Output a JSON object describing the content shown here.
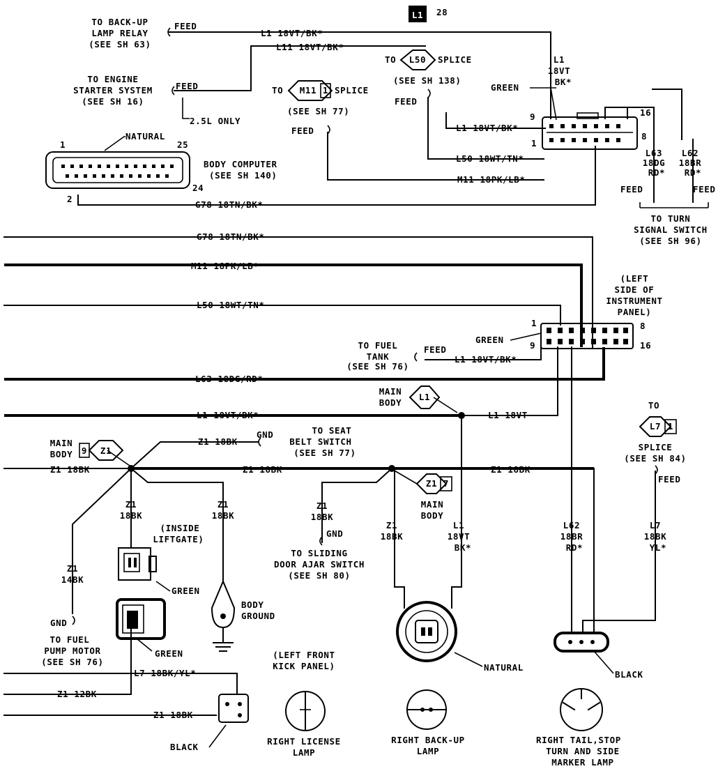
{
  "header": {
    "ref_icon": "L1",
    "ref_number": "28"
  },
  "top": {
    "backup_relay": [
      "TO BACK-UP",
      "LAMP RELAY",
      "(SEE SH 63)"
    ],
    "feed": "FEED",
    "wire_l1_top": "L1 18VT/BK*",
    "wire_l11": "L11 18VT/BK*",
    "engine_starter": [
      "TO ENGINE",
      "STARTER SYSTEM",
      "(SEE SH 16)"
    ],
    "only_25l": "2.5L ONLY",
    "to": "TO",
    "l50_icon": "L50",
    "splice": "SPLICE",
    "see_sh_138": "(SEE SH 138)",
    "m11_icon": "M11",
    "m11_pin": "1",
    "see_sh_77": "(SEE SH 77)",
    "conn_l1": "L1",
    "conn_l1_gauge": "18VT",
    "conn_l1_color": "BK*",
    "green": "GREEN",
    "pin_9": "9",
    "pin_16": "16",
    "pin_1": "1",
    "pin_8": "8",
    "wire_l1_conn": "L1 18VT/BK*",
    "wire_l50_conn": "L50 18WT/TN*",
    "wire_m11_conn": "M11 18PK/LB*",
    "wire_g78_conn": "G78 18TN/BK*",
    "l63": [
      "L63",
      "18DG",
      "RD*"
    ],
    "l62": [
      "L62",
      "18BR",
      "RD*"
    ],
    "turn_signal": [
      "TO TURN",
      "SIGNAL SWITCH",
      "(SEE SH 96)"
    ],
    "natural": "NATURAL",
    "bc_pin1": "1",
    "bc_pin25": "25",
    "bc_pin2": "2",
    "bc_pin24": "24",
    "body_computer": [
      "BODY COMPUTER",
      "(SEE SH 140)"
    ]
  },
  "middle": {
    "wire_g78": "G78 18TN/BK*",
    "wire_m11": "M11 18PK/LB*",
    "wire_l50": "L50 18WT/TN*",
    "left_side": [
      "(LEFT",
      "SIDE OF",
      "INSTRUMENT",
      "PANEL)"
    ],
    "green": "GREEN",
    "pin_1": "1",
    "pin_8": "8",
    "pin_9": "9",
    "pin_16": "16",
    "fuel_tank": [
      "TO FUEL",
      "TANK",
      "(SEE SH 76)"
    ],
    "feed": "FEED",
    "wire_l1_tank": "L1 18VT/BK*",
    "wire_l63": "L63 18DG/RD*",
    "main_body": [
      "MAIN",
      "BODY"
    ],
    "l1_icon": "L1",
    "wire_l1_left": "L1 18VT/BK*",
    "wire_l1_right": "L1 18VT",
    "seat_belt": [
      "TO SEAT",
      "BELT SWITCH",
      "(SEE SH 77)"
    ],
    "gnd": "GND",
    "wire_z1_seat": "Z1 18BK",
    "z1_icon": "Z1",
    "z1_pin9": "9",
    "wire_z1_left": "Z1 18BK",
    "wire_z1_mid": "Z1 18BK",
    "wire_z1_right": "Z1 18BK",
    "to": "TO",
    "l7_icon": "L7",
    "l7_pin": "1",
    "splice": "SPLICE",
    "see_sh_84": "(SEE SH 84)",
    "z1_icon2": "Z1",
    "z1_pin7": "7"
  },
  "lower": {
    "z1_18bk_a": [
      "Z1",
      "18BK"
    ],
    "z1_18bk_b": [
      "Z1",
      "18BK"
    ],
    "inside_liftgate": [
      "(INSIDE",
      "LIFTGATE)"
    ],
    "z1_14bk": [
      "Z1",
      "14BK"
    ],
    "green1": "GREEN",
    "body_ground": [
      "BODY",
      "GROUND"
    ],
    "green2": "GREEN",
    "gnd": "GND",
    "fuel_pump": [
      "TO FUEL",
      "PUMP MOTOR",
      "(SEE SH 76)"
    ],
    "z1_18bk_c": [
      "Z1",
      "18BK"
    ],
    "gnd2": "GND",
    "sliding_door": [
      "TO SLIDING",
      "DOOR AJAR SWITCH",
      "(SEE SH 80)"
    ],
    "z1_18bk_d": [
      "Z1",
      "18BK"
    ],
    "l1_18vt_bk": [
      "L1",
      "18VT",
      "BK*"
    ],
    "main_body": [
      "MAIN",
      "BODY"
    ],
    "l62_18br_rd": [
      "L62",
      "18BR",
      "RD*"
    ],
    "l7_18bk_yl": [
      "L7",
      "18BK",
      "YL*"
    ],
    "feed": "FEED",
    "natural": "NATURAL",
    "black1": "BLACK",
    "wire_l7": "L7 18BK/YL*",
    "wire_z1_12bk": "Z1 12BK",
    "wire_z1_18bk": "Z1 18BK",
    "black2": "BLACK",
    "left_front": [
      "(LEFT FRONT",
      "KICK PANEL)"
    ],
    "right_license": [
      "RIGHT LICENSE",
      "LAMP"
    ],
    "right_backup": [
      "RIGHT BACK-UP",
      "LAMP"
    ],
    "right_tail": [
      "RIGHT TAIL,STOP",
      "TURN AND SIDE",
      "MARKER LAMP"
    ]
  }
}
